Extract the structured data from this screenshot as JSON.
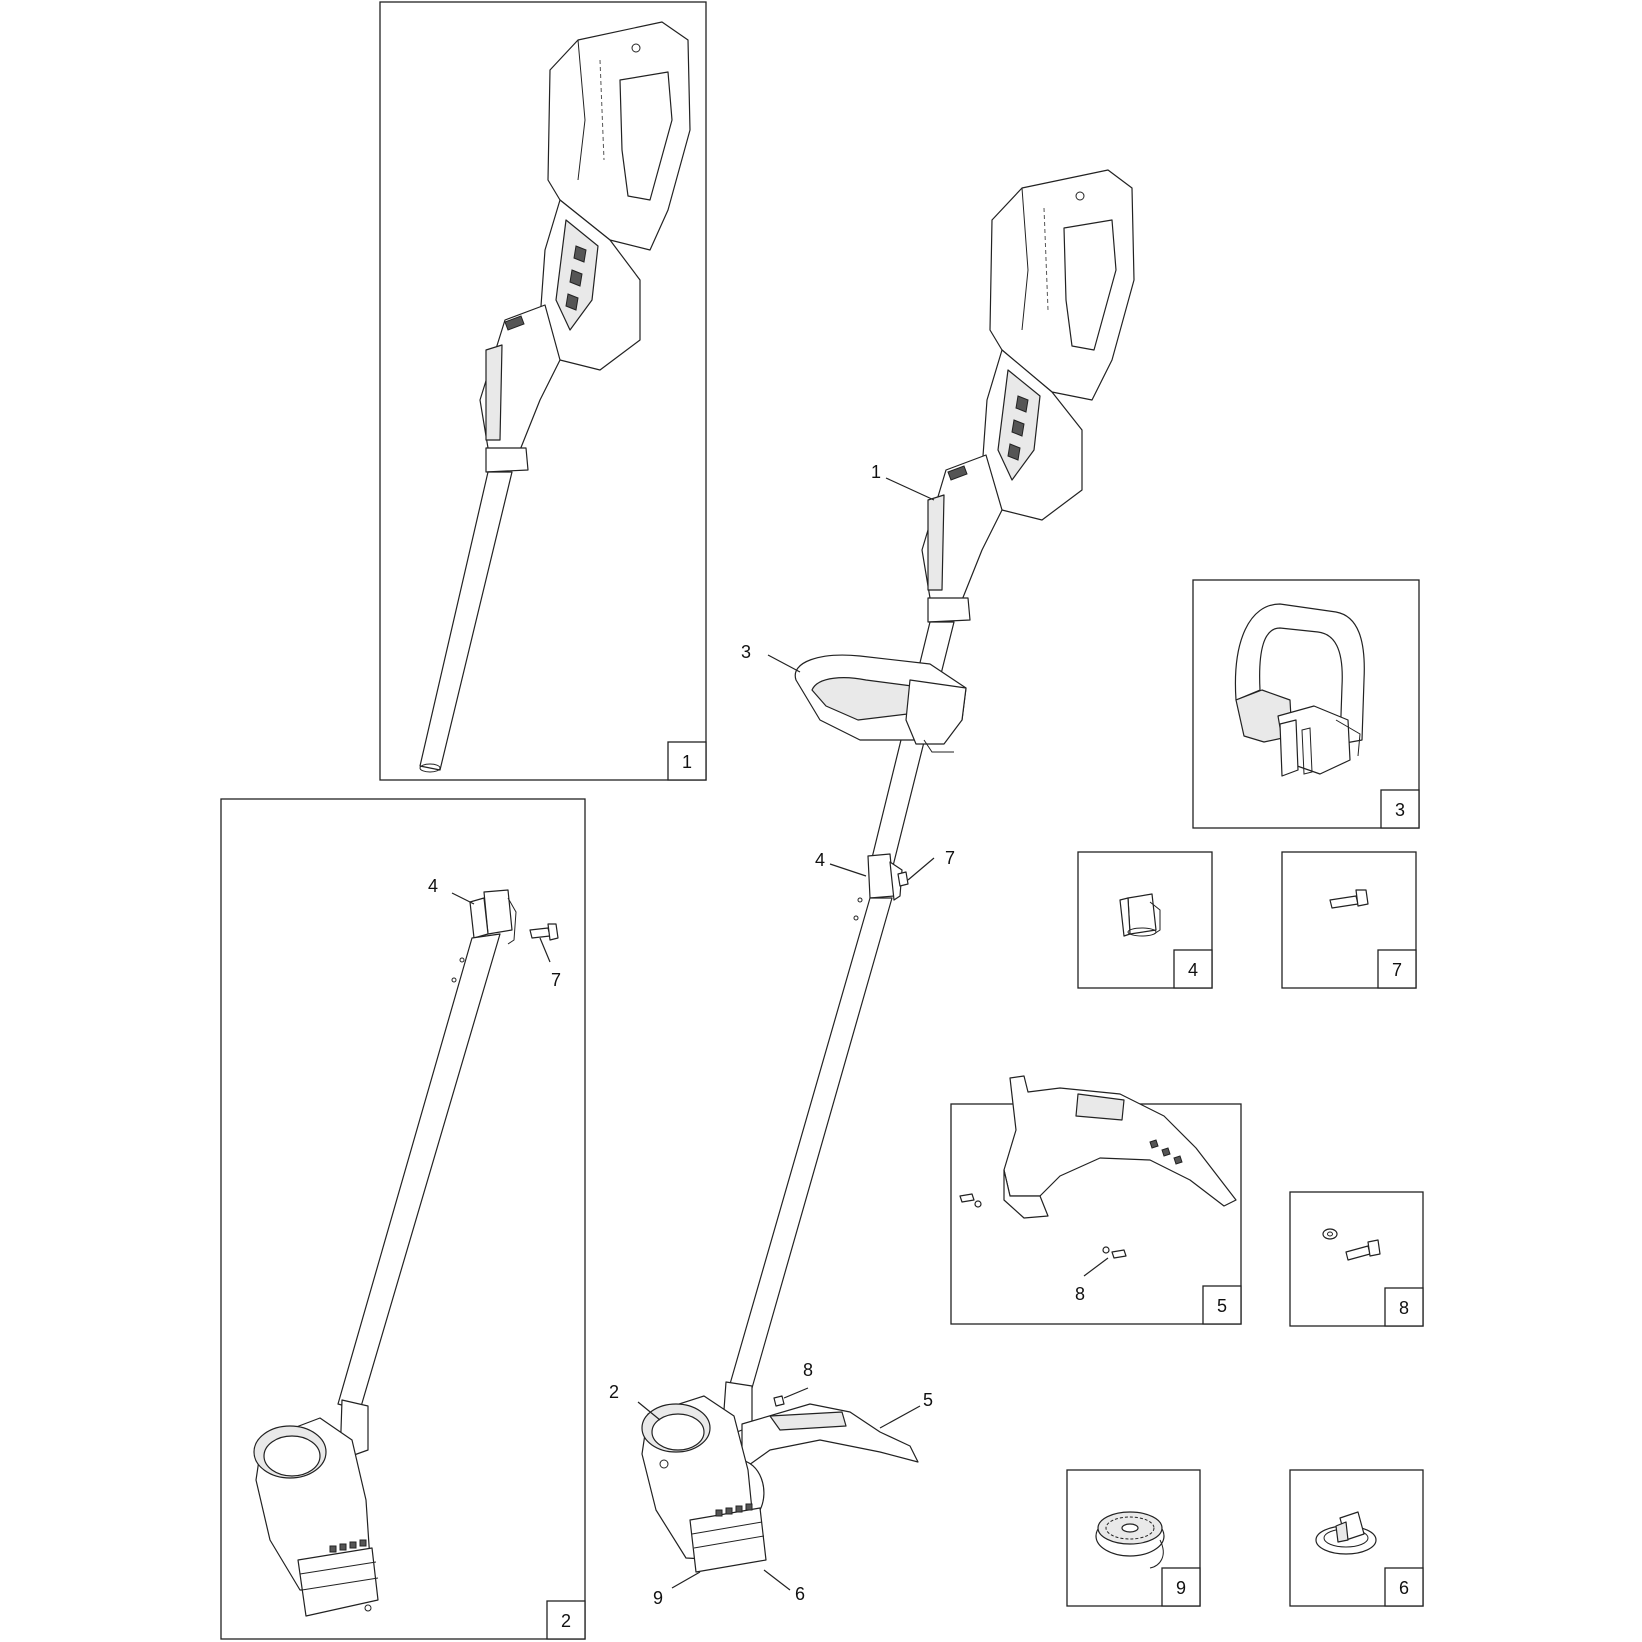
{
  "callouts": {
    "main_1": "1",
    "main_3": "3",
    "main_4": "4",
    "main_7": "7",
    "main_8": "8",
    "main_2": "2",
    "main_5": "5",
    "main_9": "9",
    "main_6": "6",
    "panel2_4": "4",
    "panel2_7": "7",
    "panel5_8": "8"
  },
  "panels": {
    "p1": "1",
    "p2": "2",
    "p3": "3",
    "p4": "4",
    "p7": "7",
    "p5": "5",
    "p8": "8",
    "p9": "9",
    "p6": "6"
  }
}
